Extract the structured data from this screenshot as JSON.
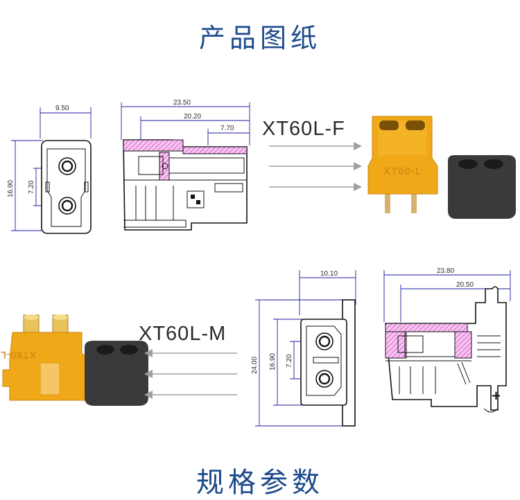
{
  "header": {
    "title": "产品图纸"
  },
  "footer": {
    "title": "规格参数"
  },
  "female": {
    "label": "XT60L-F",
    "body_marking": "XT60-L",
    "front_view": {
      "width": "9.50",
      "height": "16.90",
      "pitch": "7.20"
    },
    "side_view": {
      "overall": "23.50",
      "mid": "20.20",
      "short": "7.70"
    }
  },
  "male": {
    "label": "XT60L-M",
    "body_marking": "XT60-L",
    "front_view": {
      "width": "10.10",
      "height": "24.00",
      "inner_height": "16.90",
      "pitch": "7.20"
    },
    "side_view": {
      "overall": "23.80",
      "mid": "20.50",
      "polarity": "+"
    }
  },
  "colors": {
    "title": "#1c4a8c",
    "housing": "#f0a818",
    "cap": "#3a3a3c",
    "hatch": "#e060d8",
    "dimension": "#1a1aa0",
    "arrow": "#a0a0a0"
  }
}
